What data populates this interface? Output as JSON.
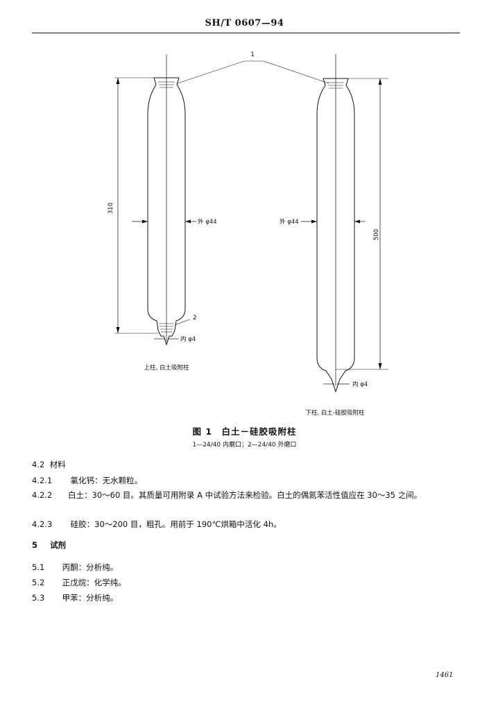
{
  "header": {
    "standard_code": "SH/T 0607—94"
  },
  "figure": {
    "callout_1": "1",
    "callout_2": "2",
    "left_column": {
      "height_dim": "310",
      "outer_dia": "外 φ44",
      "inner_dia": "内 φ4",
      "caption": "上柱, 白土吸附柱"
    },
    "right_column": {
      "height_dim": "500",
      "outer_dia": "外 φ44",
      "inner_dia": "内 φ4",
      "caption": "下柱, 白土-硅胶吸附柱"
    },
    "title": "图 1　白土－硅胶吸附柱",
    "legend": "1—24/40 内磨口；2—24/40 外磨口"
  },
  "sections": [
    {
      "num": "4.2",
      "text": "材料"
    },
    {
      "num": "4.2.1",
      "text": "氯化钙：无水颗粒。"
    },
    {
      "num": "4.2.2",
      "text": "白土：30～60 目。其质量可用附录 A 中试验方法来检验。白土的偶氮苯活性值应在 30～35 之间。"
    },
    {
      "num": "4.2.3",
      "text": "硅胶：30～200 目，粗孔。用前于 190℃烘箱中活化 4h。"
    },
    {
      "num": "5",
      "text": "试剂"
    },
    {
      "num": "5.1",
      "text": "丙酮：分析纯。"
    },
    {
      "num": "5.2",
      "text": "正戊烷：化学纯。"
    },
    {
      "num": "5.3",
      "text": "甲苯：分析纯。"
    }
  ],
  "page_number": "1461"
}
